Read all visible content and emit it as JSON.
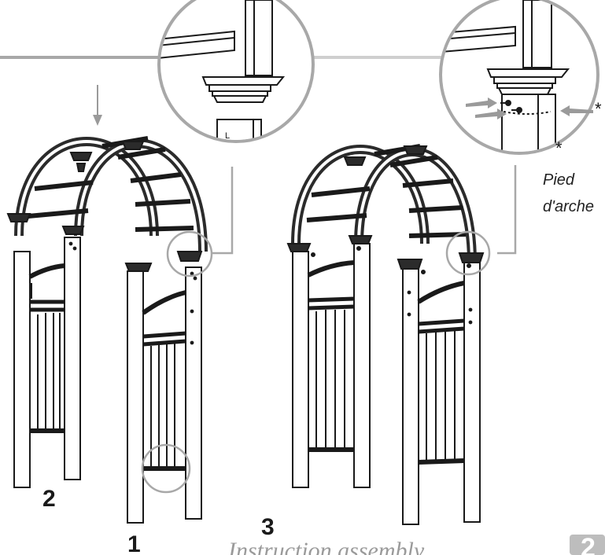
{
  "steps": {
    "s1": "1",
    "s2": "2",
    "s3": "3"
  },
  "labels": {
    "foot_line1": "Pied",
    "foot_line2": "d'arche",
    "asterisk": "*",
    "post_marker": "L"
  },
  "footer": {
    "cut_text": "Instruction assembly...",
    "page_tab": "2"
  },
  "colors": {
    "line": "#1a1a1a",
    "callout": "#a8a8a8",
    "arch_fill": "#2b2b2b",
    "tab": "#bdbdbd"
  }
}
